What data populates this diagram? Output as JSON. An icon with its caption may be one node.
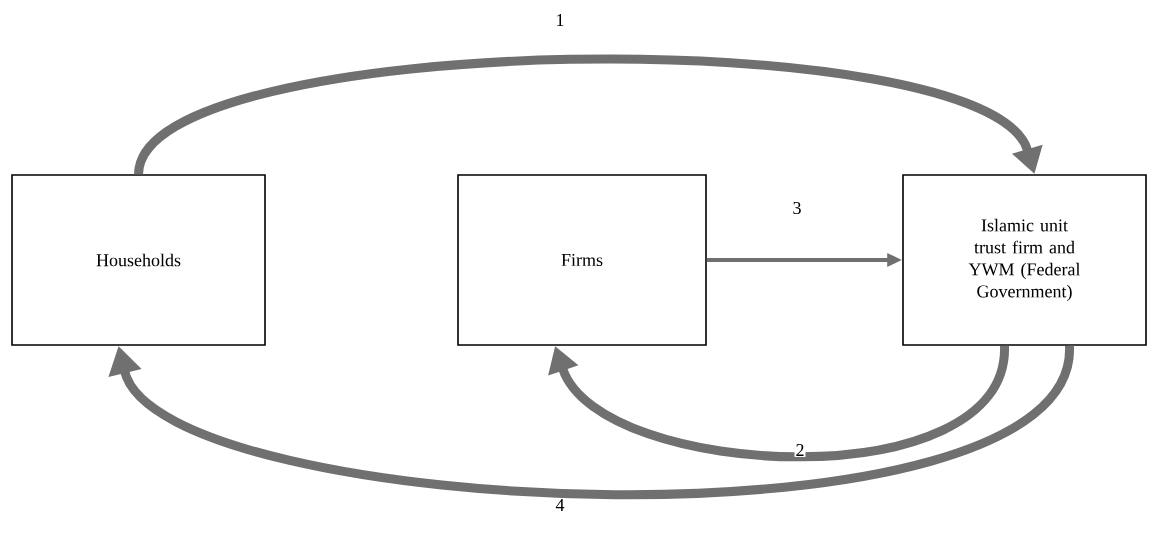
{
  "diagram": {
    "nodes": [
      {
        "text": [
          "Households"
        ]
      },
      {
        "text": [
          "Firms"
        ]
      },
      {
        "text": [
          "Islamic unit trust firm and YWM (Federal Government)"
        ]
      }
    ],
    "edges": [
      {
        "from": 0,
        "to": 2,
        "arrow": "to",
        "label": "1"
      },
      {
        "from": 2,
        "to": 1,
        "arrow": "to",
        "label": "2"
      },
      {
        "from": 1,
        "to": 2,
        "arrow": "to",
        "label": "3"
      },
      {
        "from": 2,
        "to": 0,
        "arrow": "to",
        "label": "4"
      }
    ]
  }
}
